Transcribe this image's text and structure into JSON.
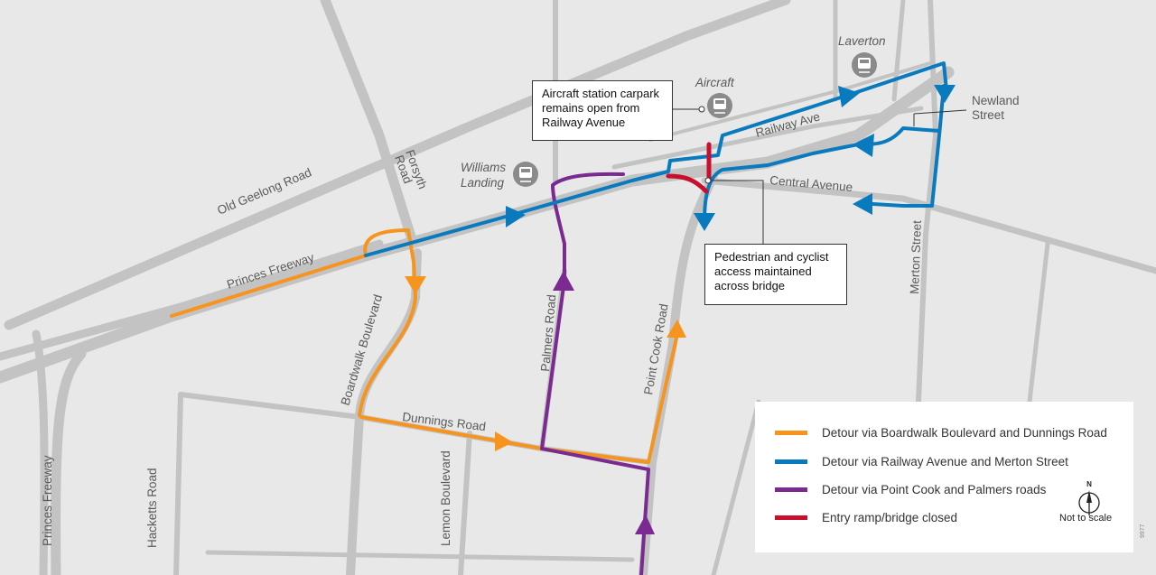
{
  "roads": {
    "old_geelong": "Old Geelong Road",
    "forsyth_1": "Forsyth",
    "forsyth_2": "Road",
    "princes_freeway_top": "Princes Freeway",
    "princes_freeway_left": "Princes Freeway",
    "boardwalk": "Boardwalk Boulevard",
    "dunnings": "Dunnings Road",
    "lemon": "Lemon Boulevard",
    "hacketts": "Hacketts Road",
    "palmers": "Palmers Road",
    "point_cook": "Point Cook Road",
    "railway_ave": "Railway Ave",
    "central_ave": "Central Avenue",
    "merton": "Merton Street",
    "newland_1": "Newland",
    "newland_2": "Street"
  },
  "stations": {
    "williams_1": "Williams",
    "williams_2": "Landing",
    "aircraft": "Aircraft",
    "laverton": "Laverton"
  },
  "callouts": {
    "carpark": "Aircraft station carpark remains open from Railway Avenue",
    "pedestrian": "Pedestrian and cyclist access maintained across bridge"
  },
  "legend": {
    "items": [
      {
        "label": "Detour via Boardwalk Boulevard and Dunnings Road",
        "color": "#f7941d"
      },
      {
        "label": "Detour via Railway Avenue and Merton Street",
        "color": "#0a7abf"
      },
      {
        "label": "Detour via Point Cook and Palmers roads",
        "color": "#7a2a90"
      },
      {
        "label": "Entry ramp/bridge closed",
        "color": "#c8102e"
      }
    ],
    "north_letter": "N",
    "scale_note": "Not to scale"
  },
  "map_id": "9977",
  "colors": {
    "background": "#e8e8e8",
    "road": "#c3c3c3",
    "orange": "#f7941d",
    "blue": "#0a7abf",
    "purple": "#7a2a90",
    "red": "#c8102e",
    "station": "#8a8a8a"
  }
}
